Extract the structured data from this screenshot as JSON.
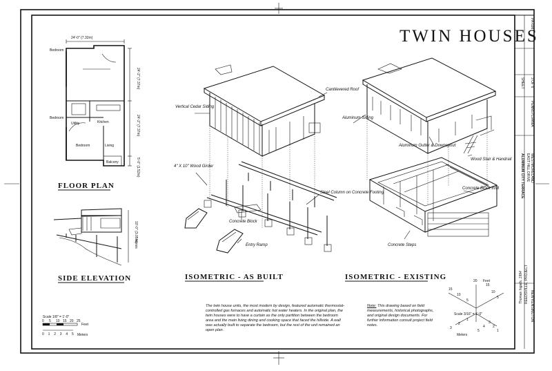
{
  "title": "TWIN HOUSES",
  "sections": {
    "floor_plan": "FLOOR PLAN",
    "side_elevation": "SIDE ELEVATION",
    "iso_built": "ISOMETRIC - AS BUILT",
    "iso_existing": "ISOMETRIC - EXISTING"
  },
  "floor_plan": {
    "width_dim": "24'-0\" (7.32m)",
    "dim_upper": "24'-2\" (7.37m)",
    "dim_lower": "24'-2\" (7.37m)",
    "dim_small": "5'-0\" (1.52m)",
    "rooms": {
      "bedroom_top": "Bedroom",
      "bedroom_left": "Bedroom",
      "utility": "Utility",
      "kitchen": "Kitchen",
      "bedroom_bottom": "Bedroom",
      "living": "Living",
      "balcony": "Balcony"
    }
  },
  "side_elevation": {
    "dim_upper": "10'-0\" (3.05m)",
    "dim_lower": "Varies"
  },
  "callouts_built": {
    "cantilevered_roof": "Cantilevered Roof",
    "vertical_cedar_siding": "Vertical Cedar Siding",
    "wood_girder": "4\" X 10\" Wood Girder",
    "steel_column": "Steel Column on Concrete Footing",
    "concrete_block": "Concrete Block",
    "entry_ramp": "Entry Ramp"
  },
  "callouts_existing": {
    "aluminum_siding": "Aluminum Siding",
    "gutter": "Aluminum Gutter & Downspout",
    "wood_stair": "Wood Stair & Handrail",
    "concrete_block_infill": "Concrete Block Infill",
    "concrete_steps": "Concrete Steps"
  },
  "description": "The twin house units, the most modern by design, featured automatic thermostat-controlled gas furnaces and automatic hot water heaters. In the original plan, the twin houses were to have a curtain as the only partition between the bedroom area and the main living dining and cooking space that faced the hillside. A wall was actually built to separate the bedroom, but the rest of the unit remained an open plan.",
  "note": {
    "label": "Note:",
    "text": "This drawing based on field measurements, historical photographs, and original design documents. For further information consult project field notes."
  },
  "scale_left": {
    "label": "Scale 1/8\" = 1'-0\"",
    "feet_ticks": [
      "0",
      "5",
      "10",
      "15",
      "20",
      "25"
    ],
    "feet_unit": "Feet",
    "meter_ticks": [
      "0",
      "1",
      "2",
      "3",
      "4",
      "5"
    ],
    "meter_unit": "Meters"
  },
  "scale_iso": {
    "label": "Scale 3/16\" = 1'-0\"",
    "feet_unit": "Feet",
    "meter_unit": "Meters",
    "feet_ticks": [
      "15",
      "10",
      "5",
      "20",
      "15",
      "10",
      "5"
    ],
    "meter_ticks": [
      "3",
      "2",
      "1",
      "5",
      "4",
      "3",
      "2",
      "1"
    ]
  },
  "delineator": {
    "name": "Thomas Ingalls, 1994",
    "org": "REEDSVILLE, PROJECT"
  },
  "title_block": {
    "project": "ALUMINUM CITY TERRACE",
    "address": "EAST HILL DRIVE",
    "city": "NEW KENSINGTON",
    "county": "WESTMORELAND",
    "state": "PENNSYLVANIA",
    "sheet_prefix": "SHEET",
    "sheet": "3 OF 6",
    "survey": "PA-698"
  },
  "colors": {
    "ink": "#111111",
    "paper": "#ffffff"
  }
}
